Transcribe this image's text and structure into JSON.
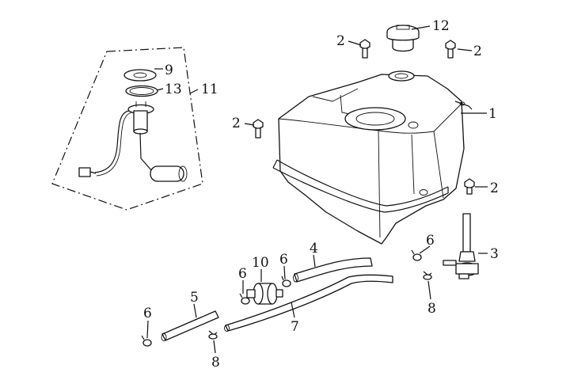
{
  "callouts": {
    "c1": "1",
    "c2a": "2",
    "c2b": "2",
    "c2c": "2",
    "c2d": "2",
    "c3": "3",
    "c4": "4",
    "c5": "5",
    "c6a": "6",
    "c6b": "6",
    "c6c": "6",
    "c6d": "6",
    "c7": "7",
    "c8a": "8",
    "c8b": "8",
    "c9": "9",
    "c10": "10",
    "c11": "11",
    "c12": "12",
    "c13": "13"
  }
}
